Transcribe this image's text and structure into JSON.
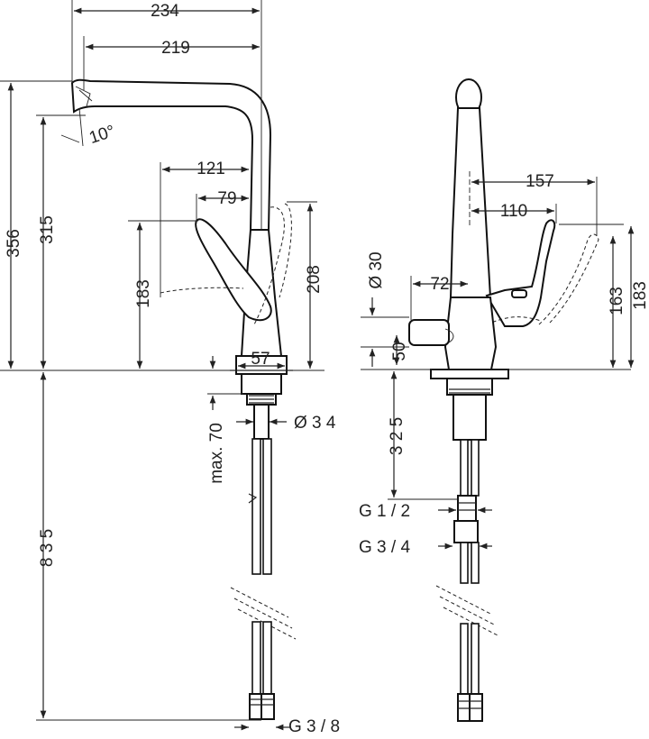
{
  "dimensions": {
    "d234": "234",
    "d219": "219",
    "d356": "356",
    "d315": "315",
    "d10deg": "10°",
    "d121": "121",
    "d79": "79",
    "d183_left": "183",
    "d208": "208",
    "d57": "57",
    "dmax70": "max. 70",
    "ddia34": "Ø  3 4",
    "d835": "8 3 5",
    "dg38": "G  3 / 8",
    "d157": "157",
    "d110": "110",
    "ddia30": "Ø 30",
    "d72": "72",
    "d50": "50",
    "d163": "163",
    "d183_right": "183",
    "d325": "3 2 5",
    "dg12": "G  1 / 2",
    "dg34": "G  3 / 4"
  }
}
